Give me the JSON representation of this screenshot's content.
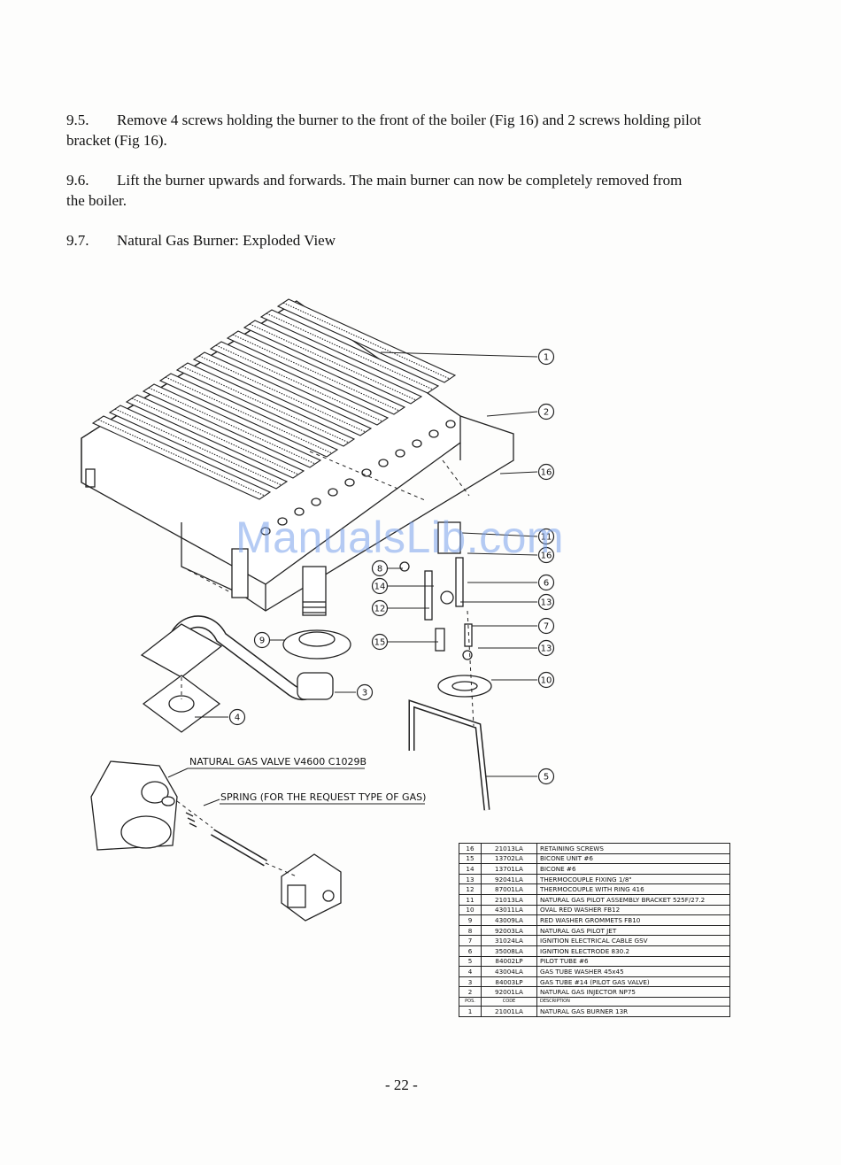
{
  "paragraphs": [
    {
      "number": "9.5.",
      "text": "Remove 4 screws holding the burner to the front of the boiler (Fig 16) and 2 screws holding pilot bracket (Fig  16)."
    },
    {
      "number": "9.6.",
      "text": "Lift the burner upwards and forwards.  The main burner can now be completely removed from the boiler."
    },
    {
      "number": "9.7.",
      "text": "Natural Gas Burner:  Exploded View"
    }
  ],
  "diagram": {
    "labels": {
      "valve": "NATURAL GAS VALVE V4600 C1029B",
      "spring": "SPRING (FOR THE REQUEST TYPE OF GAS)"
    },
    "callouts": [
      "1",
      "2",
      "16",
      "11",
      "16",
      "8",
      "14",
      "6",
      "12",
      "13",
      "9",
      "15",
      "7",
      "13",
      "3",
      "10",
      "4",
      "5"
    ]
  },
  "watermark": "ManualsLib.com",
  "parts_table": {
    "rows": [
      {
        "pos": "16",
        "code": "21013LA",
        "desc": "RETAINING SCREWS"
      },
      {
        "pos": "15",
        "code": "13702LA",
        "desc": "BICONE UNIT #6"
      },
      {
        "pos": "14",
        "code": "13701LA",
        "desc": "BICONE #6"
      },
      {
        "pos": "13",
        "code": "92041LA",
        "desc": "THERMOCOUPLE FIXING 1/8\""
      },
      {
        "pos": "12",
        "code": "87001LA",
        "desc": "THERMOCOUPLE WITH RING 416"
      },
      {
        "pos": "11",
        "code": "21013LA",
        "desc": "NATURAL GAS PILOT ASSEMBLY BRACKET 525F/27.2"
      },
      {
        "pos": "10",
        "code": "43011LA",
        "desc": "OVAL RED WASHER FB12"
      },
      {
        "pos": "9",
        "code": "43009LA",
        "desc": "RED WASHER GROMMETS FB10"
      },
      {
        "pos": "8",
        "code": "92003LA",
        "desc": "NATURAL GAS PILOT JET"
      },
      {
        "pos": "7",
        "code": "31024LA",
        "desc": "IGNITION ELECTRICAL CABLE GSV"
      },
      {
        "pos": "6",
        "code": "35008LA",
        "desc": "IGNITION ELECTRODE 830.2"
      },
      {
        "pos": "5",
        "code": "84002LP",
        "desc": "PILOT TUBE #6"
      },
      {
        "pos": "4",
        "code": "43004LA",
        "desc": "GAS TUBE WASHER 45x45"
      },
      {
        "pos": "3",
        "code": "84003LP",
        "desc": "GAS TUBE #14 (PILOT GAS VALVE)"
      },
      {
        "pos": "2",
        "code": "92001LA",
        "desc": "NATURAL GAS INJECTOR NP75"
      },
      {
        "pos": "POS.",
        "code": "CODE",
        "desc": "DESCRIPTION"
      },
      {
        "pos": "1",
        "code": "21001LA",
        "desc": "NATURAL GAS BURNER 13R"
      }
    ]
  },
  "page_number": "- 22 -"
}
